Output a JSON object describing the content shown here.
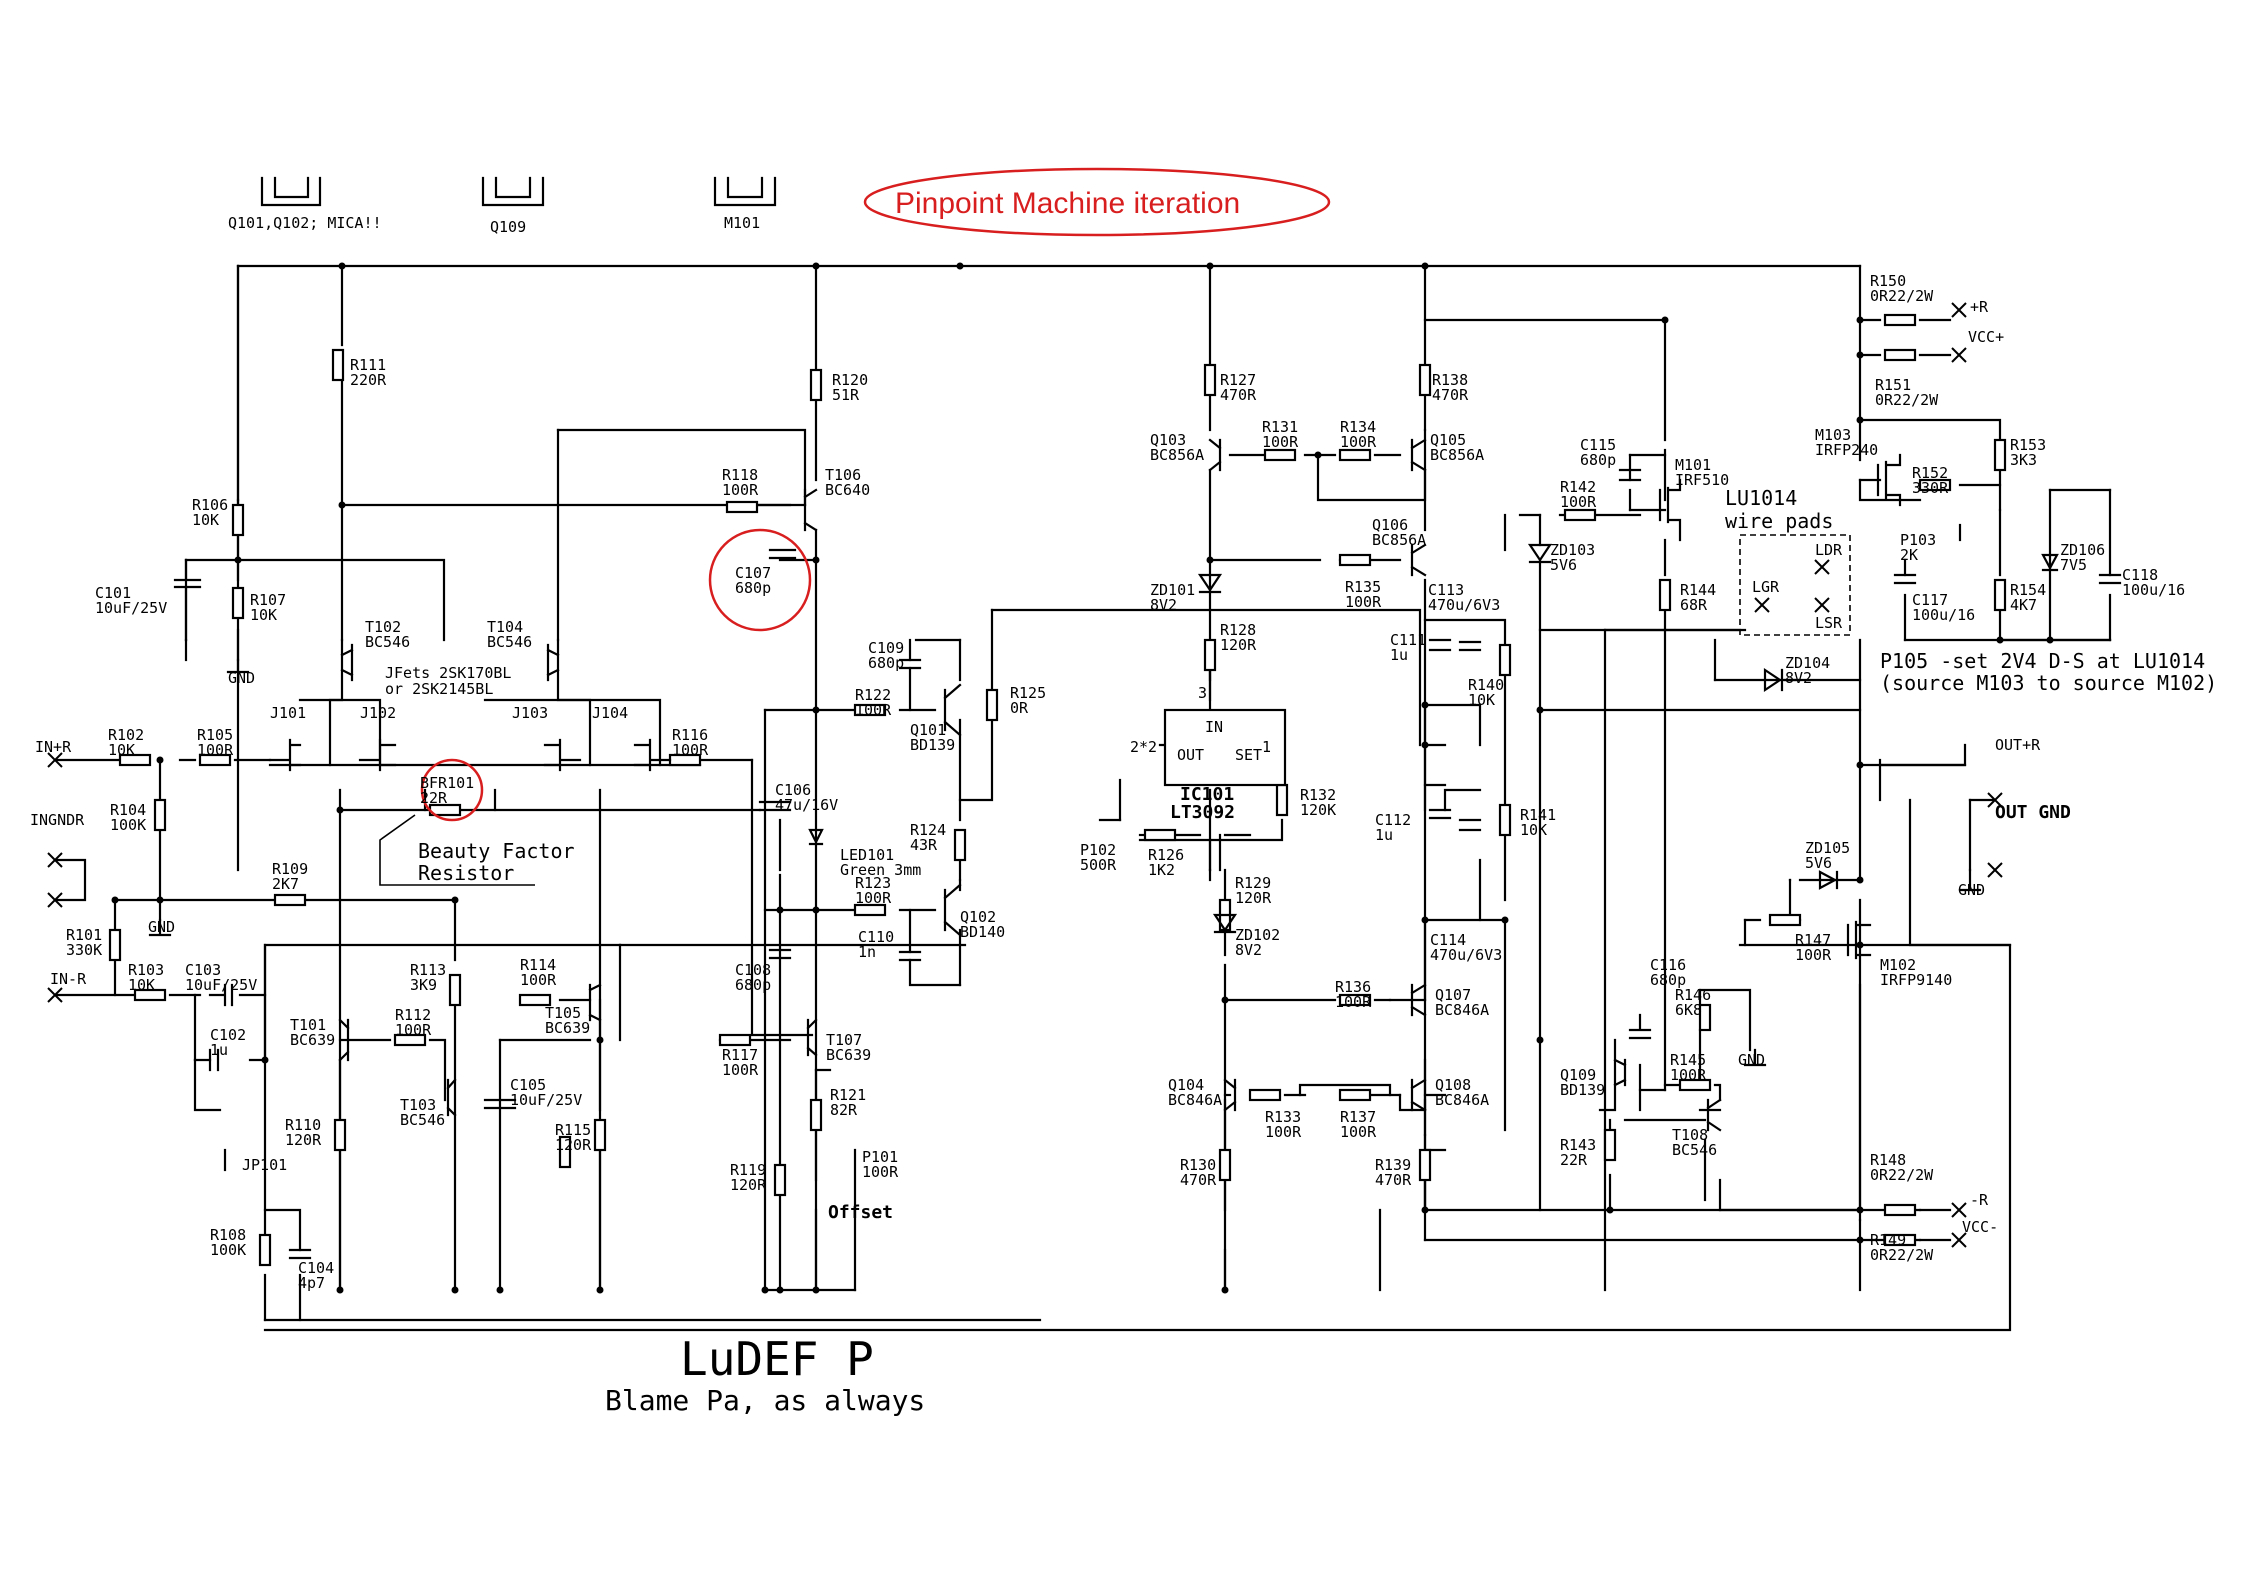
{
  "header": {
    "heatsink_labels": [
      "Q101,Q102; MICA!!",
      "Q109",
      "M101"
    ],
    "iteration_note": "Pinpoint Machine iteration"
  },
  "footer": {
    "title": "LuDEF P",
    "subtitle": "Blame Pa, as always"
  },
  "annotations": {
    "beauty_line1": "Beauty Factor",
    "beauty_line2": "Resistor",
    "jfets_line1": "JFets 2SK170BL",
    "jfets_line2": "or 2SK2145BL",
    "lu1014_line1": "LU1014",
    "lu1014_line2": "wire pads",
    "p105_line1": "P105 -set 2V4 D-S at LU1014",
    "p105_line2": "(source M103 to source M102)",
    "offset": "Offset"
  },
  "terminals": {
    "in_r_plus": "IN+R",
    "in_gndr": "INGNDR",
    "in_r_minus": "IN-R",
    "gnd": "GND",
    "plus_r": "+R",
    "vcc_plus": "VCC+",
    "out_plus_r": "OUT+R",
    "out_gnd": "OUT GND",
    "minus_r": "-R",
    "vcc_minus": "VCC-"
  },
  "ic": {
    "ref": "IC101",
    "part": "LT3092",
    "pin_in": "IN",
    "pin_out": "OUT",
    "pin_set": "SET",
    "pin1": "1",
    "pin2": "2*2",
    "pin3": "3"
  },
  "pads": {
    "ldr": "LDR",
    "lgr": "LGR",
    "lsr": "LSR"
  },
  "components": [
    {
      "ref": "R111",
      "value": "220R"
    },
    {
      "ref": "R106",
      "value": "10K"
    },
    {
      "ref": "R107",
      "value": "10K"
    },
    {
      "ref": "C101",
      "value": "10uF/25V"
    },
    {
      "ref": "T102",
      "value": "BC546"
    },
    {
      "ref": "T104",
      "value": "BC546"
    },
    {
      "ref": "J101",
      "value": ""
    },
    {
      "ref": "J102",
      "value": ""
    },
    {
      "ref": "J103",
      "value": ""
    },
    {
      "ref": "J104",
      "value": ""
    },
    {
      "ref": "R102",
      "value": "10K"
    },
    {
      "ref": "R105",
      "value": "100R"
    },
    {
      "ref": "R116",
      "value": "100R"
    },
    {
      "ref": "BFR101",
      "value": "22R"
    },
    {
      "ref": "R104",
      "value": "100K"
    },
    {
      "ref": "R109",
      "value": "2K7"
    },
    {
      "ref": "R101",
      "value": "330K"
    },
    {
      "ref": "R103",
      "value": "10K"
    },
    {
      "ref": "C103",
      "value": "10uF/25V"
    },
    {
      "ref": "C102",
      "value": "1u"
    },
    {
      "ref": "JP101",
      "value": ""
    },
    {
      "ref": "T101",
      "value": "BC639"
    },
    {
      "ref": "R112",
      "value": "100R"
    },
    {
      "ref": "R113",
      "value": "3K9"
    },
    {
      "ref": "R114",
      "value": "100R"
    },
    {
      "ref": "T105",
      "value": "BC639"
    },
    {
      "ref": "T103",
      "value": "BC546"
    },
    {
      "ref": "C105",
      "value": "10uF/25V"
    },
    {
      "ref": "R110",
      "value": "120R"
    },
    {
      "ref": "R115",
      "value": "120R"
    },
    {
      "ref": "R108",
      "value": "100K"
    },
    {
      "ref": "C104",
      "value": "4p7"
    },
    {
      "ref": "R120",
      "value": "51R"
    },
    {
      "ref": "R118",
      "value": "100R"
    },
    {
      "ref": "T106",
      "value": "BC640"
    },
    {
      "ref": "C107",
      "value": "680p"
    },
    {
      "ref": "C109",
      "value": "680p"
    },
    {
      "ref": "R122",
      "value": "100R"
    },
    {
      "ref": "Q101",
      "value": "BD139"
    },
    {
      "ref": "R125",
      "value": "0R"
    },
    {
      "ref": "C106",
      "value": "47u/16V"
    },
    {
      "ref": "LED101",
      "value": "Green 3mm"
    },
    {
      "ref": "R124",
      "value": "43R"
    },
    {
      "ref": "R123",
      "value": "100R"
    },
    {
      "ref": "Q102",
      "value": "BD140"
    },
    {
      "ref": "C110",
      "value": "1n"
    },
    {
      "ref": "C108",
      "value": "680p"
    },
    {
      "ref": "T107",
      "value": "BC639"
    },
    {
      "ref": "R117",
      "value": "100R"
    },
    {
      "ref": "R121",
      "value": "82R"
    },
    {
      "ref": "R119",
      "value": "120R"
    },
    {
      "ref": "P101",
      "value": "100R"
    },
    {
      "ref": "R127",
      "value": "470R"
    },
    {
      "ref": "Q103",
      "value": "BC856A"
    },
    {
      "ref": "R131",
      "value": "100R"
    },
    {
      "ref": "R134",
      "value": "100R"
    },
    {
      "ref": "Q105",
      "value": "BC856A"
    },
    {
      "ref": "R138",
      "value": "470R"
    },
    {
      "ref": "Q106",
      "value": "BC856A"
    },
    {
      "ref": "R135",
      "value": "100R"
    },
    {
      "ref": "ZD101",
      "value": "8V2"
    },
    {
      "ref": "R128",
      "value": "120R"
    },
    {
      "ref": "C113",
      "value": "470u/6V3"
    },
    {
      "ref": "C111",
      "value": "1u"
    },
    {
      "ref": "R140",
      "value": "10K"
    },
    {
      "ref": "R132",
      "value": "120K"
    },
    {
      "ref": "P102",
      "value": "500R"
    },
    {
      "ref": "R126",
      "value": "1K2"
    },
    {
      "ref": "R129",
      "value": "120R"
    },
    {
      "ref": "ZD102",
      "value": "8V2"
    },
    {
      "ref": "C112",
      "value": "1u"
    },
    {
      "ref": "R141",
      "value": "10K"
    },
    {
      "ref": "C114",
      "value": "470u/6V3"
    },
    {
      "ref": "R136",
      "value": "100R"
    },
    {
      "ref": "Q107",
      "value": "BC846A"
    },
    {
      "ref": "Q104",
      "value": "BC846A"
    },
    {
      "ref": "R133",
      "value": "100R"
    },
    {
      "ref": "R137",
      "value": "100R"
    },
    {
      "ref": "Q108",
      "value": "BC846A"
    },
    {
      "ref": "R130",
      "value": "470R"
    },
    {
      "ref": "R139",
      "value": "470R"
    },
    {
      "ref": "C115",
      "value": "680p"
    },
    {
      "ref": "R142",
      "value": "100R"
    },
    {
      "ref": "M101",
      "value": "IRF510"
    },
    {
      "ref": "ZD103",
      "value": "5V6"
    },
    {
      "ref": "R144",
      "value": "68R"
    },
    {
      "ref": "ZD104",
      "value": "8V2"
    },
    {
      "ref": "R150",
      "value": "0R22/2W"
    },
    {
      "ref": "R151",
      "value": "0R22/2W"
    },
    {
      "ref": "M103",
      "value": "IRFP240"
    },
    {
      "ref": "R152",
      "value": "330R"
    },
    {
      "ref": "R153",
      "value": "3K3"
    },
    {
      "ref": "P103",
      "value": "2K"
    },
    {
      "ref": "ZD106",
      "value": "7V5"
    },
    {
      "ref": "C118",
      "value": "100u/16"
    },
    {
      "ref": "C117",
      "value": "100u/16"
    },
    {
      "ref": "R154",
      "value": "4K7"
    },
    {
      "ref": "ZD105",
      "value": "5V6"
    },
    {
      "ref": "R147",
      "value": "100R"
    },
    {
      "ref": "M102",
      "value": "IRFP9140"
    },
    {
      "ref": "C116",
      "value": "680p"
    },
    {
      "ref": "R146",
      "value": "6K8"
    },
    {
      "ref": "R145",
      "value": "100R"
    },
    {
      "ref": "Q109",
      "value": "BD139"
    },
    {
      "ref": "T108",
      "value": "BC546"
    },
    {
      "ref": "R143",
      "value": "22R"
    },
    {
      "ref": "R148",
      "value": "0R22/2W"
    },
    {
      "ref": "R149",
      "value": "0R22/2W"
    }
  ]
}
